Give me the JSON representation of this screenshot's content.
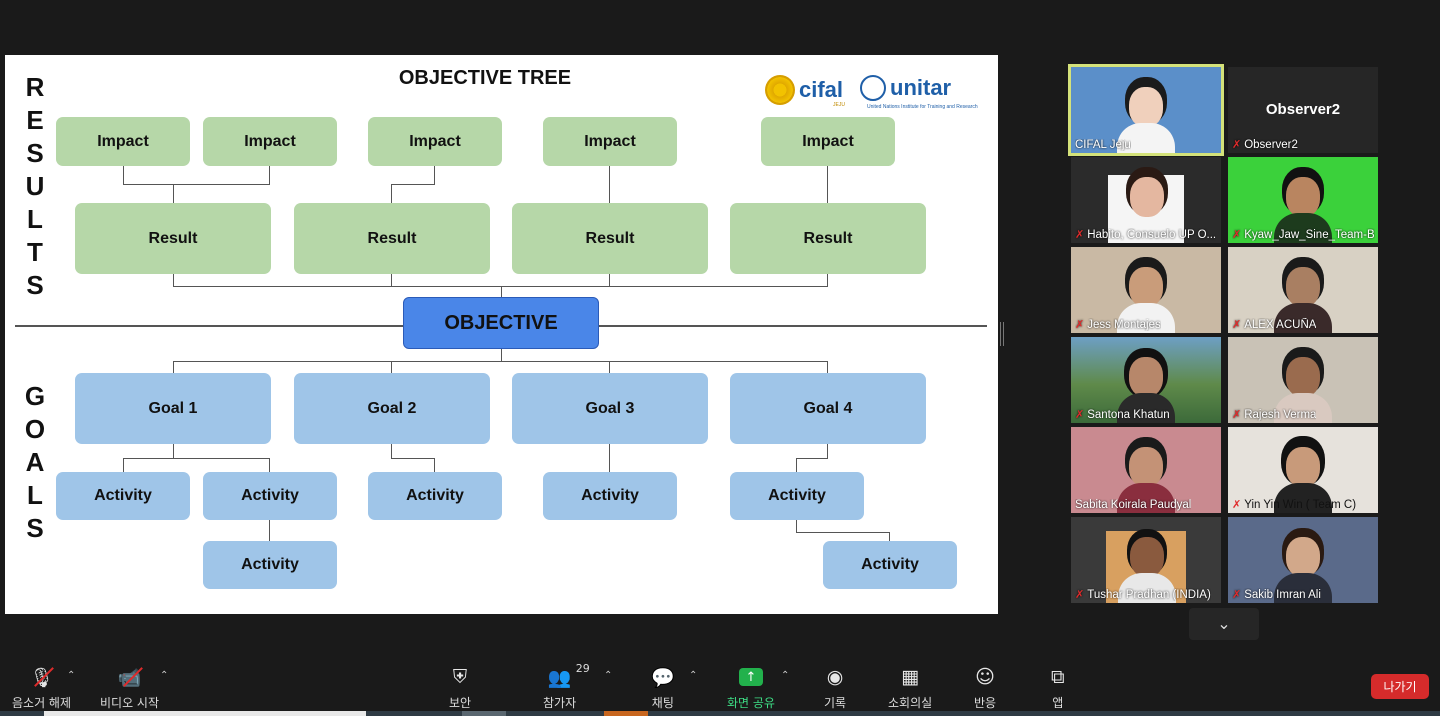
{
  "slide": {
    "title": "OBJECTIVE TREE",
    "results_letters": [
      "R",
      "E",
      "S",
      "U",
      "L",
      "T",
      "S"
    ],
    "goals_letters": [
      "G",
      "O",
      "A",
      "L",
      "S"
    ],
    "impacts": [
      "Impact",
      "Impact",
      "Impact",
      "Impact",
      "Impact"
    ],
    "results": [
      "Result",
      "Result",
      "Result",
      "Result"
    ],
    "objective": "OBJECTIVE",
    "goals": [
      "Goal 1",
      "Goal 2",
      "Goal 3",
      "Goal 4"
    ],
    "activities": [
      "Activity",
      "Activity",
      "Activity",
      "Activity",
      "Activity",
      "Activity",
      "Activity"
    ],
    "logo_cifal": "cifal",
    "logo_cifal_sub": "JEJU",
    "logo_unitar": "unitar",
    "logo_unitar_sub": "United Nations Institute for Training and Research"
  },
  "participants": [
    {
      "name": "CIFAL Jeju",
      "muted": false
    },
    {
      "name": "Observer2",
      "muted": true,
      "label": "Observer2"
    },
    {
      "name": "Habito, Consuelo UP O...",
      "muted": true
    },
    {
      "name": "Kyaw_Jaw_Sine_Team-B",
      "muted": true
    },
    {
      "name": "Jess Montajes",
      "muted": true
    },
    {
      "name": "ALEX ACUÑA",
      "muted": true
    },
    {
      "name": "Santona Khatun",
      "muted": true
    },
    {
      "name": "Rajesh Verma",
      "muted": true
    },
    {
      "name": "Sabita Koirala Paudyal",
      "muted": false
    },
    {
      "name": "Yin Yin Win ( Team C)",
      "muted": true
    },
    {
      "name": "Tushar Pradhan (INDIA)",
      "muted": true
    },
    {
      "name": "Sakib Imran Ali",
      "muted": true
    }
  ],
  "toolbar": {
    "unmute": "음소거 해제",
    "start_video": "비디오 시작",
    "security": "보안",
    "participants": "참가자",
    "participants_count": "29",
    "chat": "채팅",
    "share_screen": "화면 공유",
    "record": "기록",
    "breakout": "소회의실",
    "reactions": "반응",
    "apps": "앱",
    "leave": "나가기"
  },
  "colors": {
    "green_box": "#b6d7a8",
    "blue_box": "#9fc5e8",
    "objective": "#4a86e8",
    "active_speaker": "#d4e27a",
    "leave": "#d52b2b",
    "share": "#22b14c"
  }
}
